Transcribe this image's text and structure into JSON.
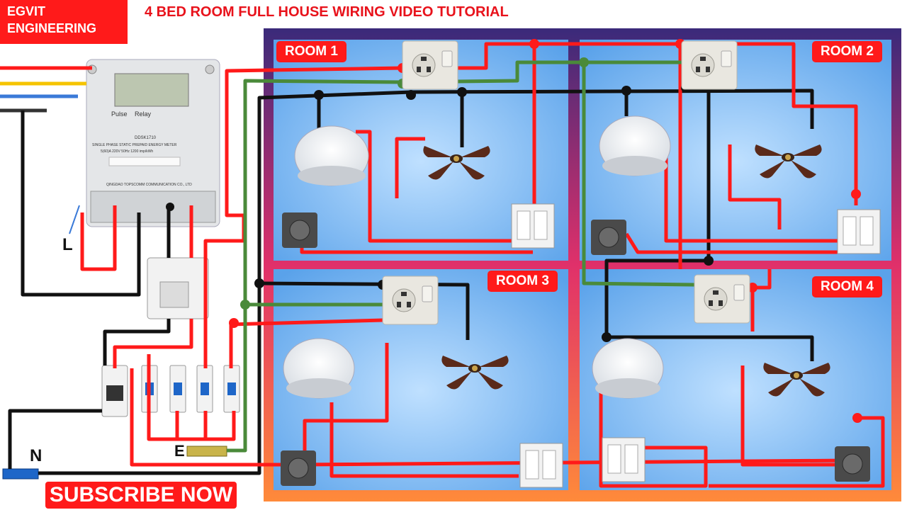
{
  "brand": {
    "line1": "EGVIT",
    "line2": "ENGINEERING"
  },
  "title": "4 BED ROOM FULL HOUSE WIRING VIDEO TUTORIAL",
  "rooms": [
    {
      "label": "ROOM 1"
    },
    {
      "label": "ROOM 2"
    },
    {
      "label": "ROOM 3"
    },
    {
      "label": "ROOM 4"
    }
  ],
  "wire_tags": {
    "line": "L",
    "neutral": "N",
    "earth": "E"
  },
  "subscribe": "SUBSCRIBE NOW",
  "meter": {
    "model": "DDSK1710",
    "desc": "SINGLE PHASE STATIC PREPAID ENERGY METER",
    "rating": "5(60)A 220V 50Hz 1200 imp/kWh",
    "maker": "QINGDAO TOPSCOMM COMMUNICATION CO., LTD",
    "pulse": "Pulse",
    "relay": "Relay"
  },
  "colors": {
    "line": "#ff1a1a",
    "neutral": "#111111",
    "earth": "#4a8a3a",
    "room_bg": "#8ec5f5",
    "frame_top": "#3a2a7a",
    "frame_bottom": "#ff8a3a"
  }
}
